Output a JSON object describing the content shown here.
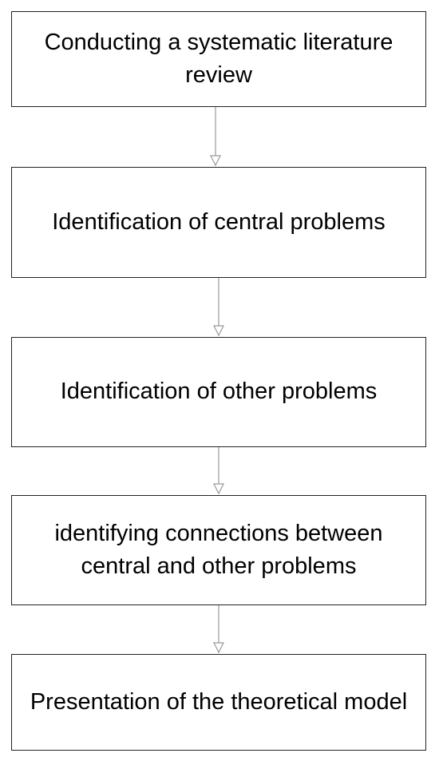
{
  "steps": [
    {
      "label": "Conducting a systematic literature review"
    },
    {
      "label": "Identification of central problems"
    },
    {
      "label": "Identification of other problems"
    },
    {
      "label": "identifying connections between central and other problems"
    },
    {
      "label": "Presentation of the theoretical model"
    }
  ],
  "colors": {
    "box_border": "#222222",
    "arrow": "#9a9a9a",
    "text": "#000000",
    "background": "#ffffff"
  }
}
